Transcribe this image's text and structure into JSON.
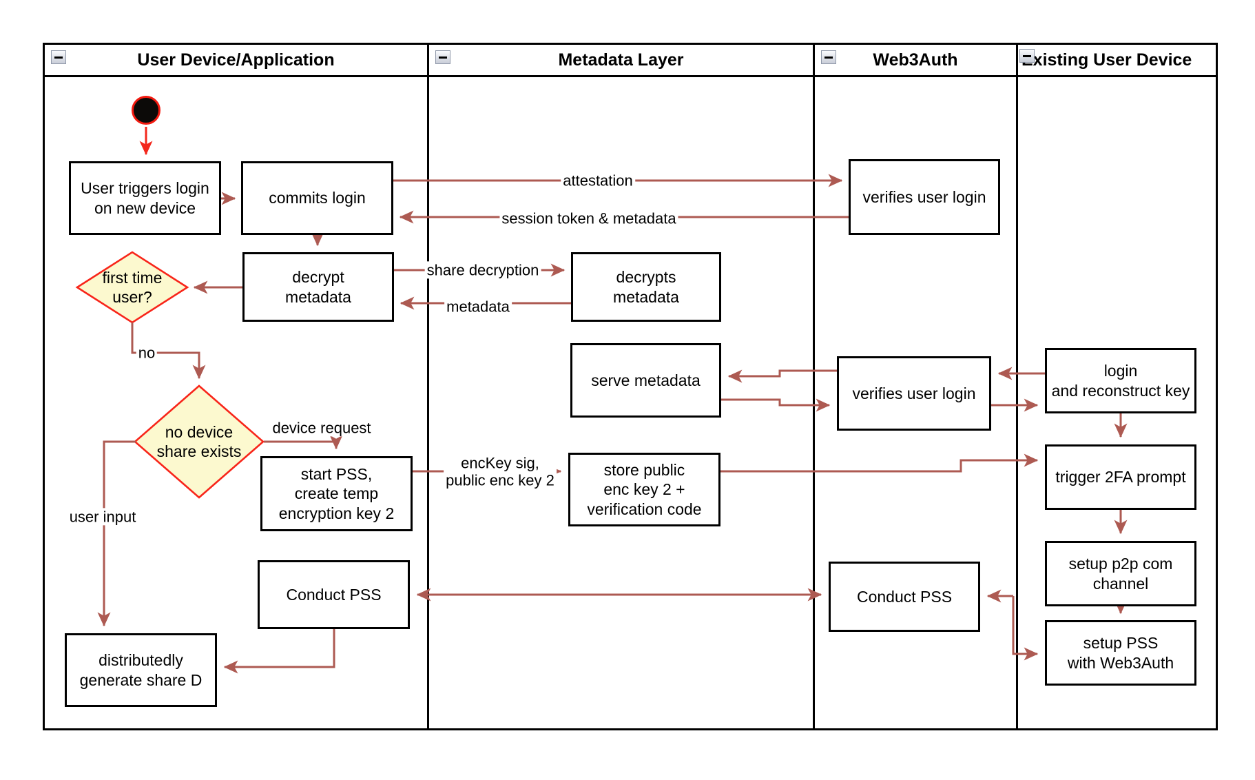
{
  "diagram": {
    "lanes": [
      {
        "title": "User Device/Application"
      },
      {
        "title": "Metadata Layer"
      },
      {
        "title": "Web3Auth"
      },
      {
        "title": "Existing User Device"
      }
    ],
    "nodes": {
      "user_triggers": {
        "label": "User triggers login\non new device"
      },
      "commits_login": {
        "label": "commits login"
      },
      "decrypt_metadata": {
        "label": "decrypt\nmetadata"
      },
      "first_time_user": {
        "label": "first time\nuser?"
      },
      "no_device_share": {
        "label": "no device\nshare exists"
      },
      "start_pss": {
        "label": "start PSS,\ncreate temp\nencryption key 2"
      },
      "conduct_pss_device": {
        "label": "Conduct PSS"
      },
      "generate_share_d": {
        "label": "distributedly\ngenerate share D"
      },
      "decrypts_metadata": {
        "label": "decrypts\nmetadata"
      },
      "serve_metadata": {
        "label": "serve metadata"
      },
      "store_public_key": {
        "label": "store public\nenc key 2 +\nverification code"
      },
      "verifies_login_top": {
        "label": "verifies user login"
      },
      "verifies_login_mid": {
        "label": "verifies user login"
      },
      "conduct_pss_web3auth": {
        "label": "Conduct PSS"
      },
      "login_reconstruct": {
        "label": "login\nand reconstruct key"
      },
      "trigger_2fa": {
        "label": "trigger 2FA prompt"
      },
      "setup_p2p": {
        "label": "setup p2p com\nchannel"
      },
      "setup_pss": {
        "label": "setup PSS\nwith Web3Auth"
      }
    },
    "edge_labels": {
      "attestation": "attestation",
      "session_token": "session token & metadata",
      "share_decryption": "share decryption",
      "metadata": "metadata",
      "no": "no",
      "device_request": "device request",
      "user_input": "user input",
      "enckey_sig": "encKey sig,\npublic enc key 2"
    },
    "colors": {
      "arrow": "#AD5A52",
      "accent_red": "#F31A10",
      "decision_fill": "#FCF9CF",
      "decision_stroke": "#F8251A",
      "node_border": "#000000"
    }
  }
}
